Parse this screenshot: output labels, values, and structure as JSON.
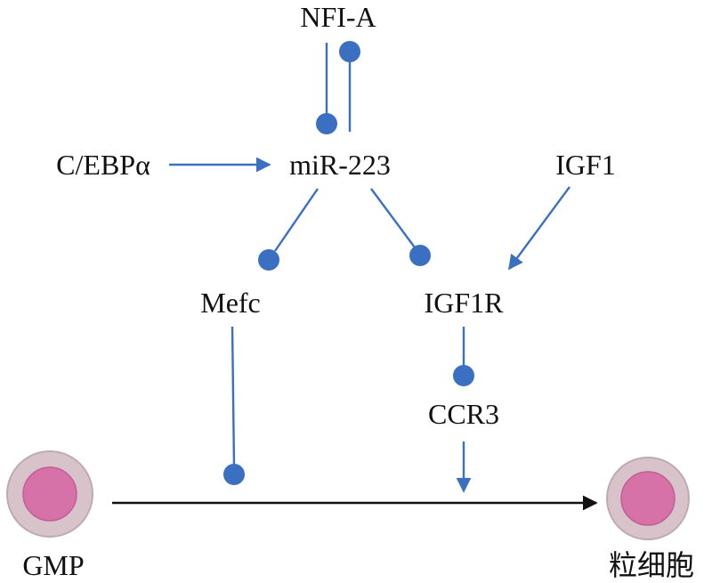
{
  "nodes": {
    "nfia": "NFI-A",
    "cebpa": "C/EBPα",
    "mir223": "miR-223",
    "igf1": "IGF1",
    "mefc": "Mefc",
    "igf1r": "IGF1R",
    "ccr3": "CCR3",
    "gmp": "GMP",
    "granulocyte": "粒细胞"
  },
  "colors": {
    "edge": "#3b6fc1",
    "flow": "#111111",
    "cell_outer": "#d8c3cb",
    "cell_inner": "#d672a8"
  }
}
